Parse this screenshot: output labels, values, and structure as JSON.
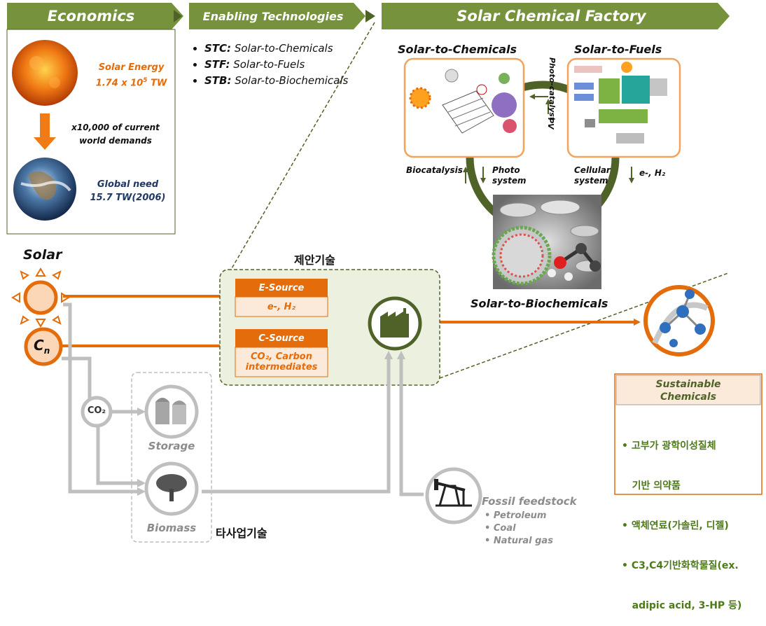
{
  "headers": {
    "economics": "Economics",
    "enabling": "Enabling Technologies",
    "factory": "Solar Chemical Factory"
  },
  "economics_panel": {
    "solar_energy_label": "Solar Energy",
    "solar_energy_value": "1.74  x 10",
    "solar_energy_exp": "5",
    "solar_energy_unit": "  TW",
    "multiplier_line1": "x10,000 of current",
    "multiplier_line2": "world demands",
    "global_need_label": "Global need",
    "global_need_value": "15.7 TW(2006)"
  },
  "enabling_list": [
    {
      "abbr": "STC:",
      "text": " Solar-to-Chemicals"
    },
    {
      "abbr": "STF:",
      "text": " Solar-to-Fuels"
    },
    {
      "abbr": "STB:",
      "text": " Solar-to-Biochemicals"
    }
  ],
  "factory": {
    "stc_title": "Solar-to-Chemicals",
    "stf_title": "Solar-to-Fuels",
    "stb_title": "Solar-to-Biochemicals",
    "photocatalyst": "Photo-catalyst",
    "pv": "PV",
    "biocatalysis": "Biocatalysis",
    "photo_system_1": "Photo",
    "photo_system_2": "system",
    "cellular_system_1": "Cellular",
    "cellular_system_2": "system",
    "electron_h2": "e-, H₂"
  },
  "proposal": {
    "title": "제안기술",
    "e_source_title": "E-Source",
    "e_source_body": "e-, H₂",
    "c_source_title": "C-Source",
    "c_source_body_1": "CO₂, Carbon",
    "c_source_body_2": "intermediates"
  },
  "inputs": {
    "solar": "Solar",
    "cn": "C",
    "cn_sub": "n",
    "co2": "CO₂"
  },
  "other_business": {
    "title": "타사업기술",
    "storage": "Storage",
    "biomass": "Biomass"
  },
  "fossil": {
    "title": "Fossil feedstock",
    "items": [
      "Petroleum",
      "Coal",
      "Natural gas"
    ]
  },
  "sustainable": {
    "title_1": "Sustainable",
    "title_2": "Chemicals",
    "items": [
      "• 고부가 광학이성질체",
      "   기반 의약품",
      "• 액체연료(가솔린, 디젤)",
      "• C3,C4기반화학물질(ex.",
      "   adipic acid, 3-HP 등)"
    ]
  },
  "colors": {
    "green_header": "#76923c",
    "orange": "#e46c0a",
    "dark_green": "#4f6228",
    "grey": "#bfbfbf",
    "proposal_bg": "#ebf1de",
    "sus_bg": "#fbe9d9"
  }
}
